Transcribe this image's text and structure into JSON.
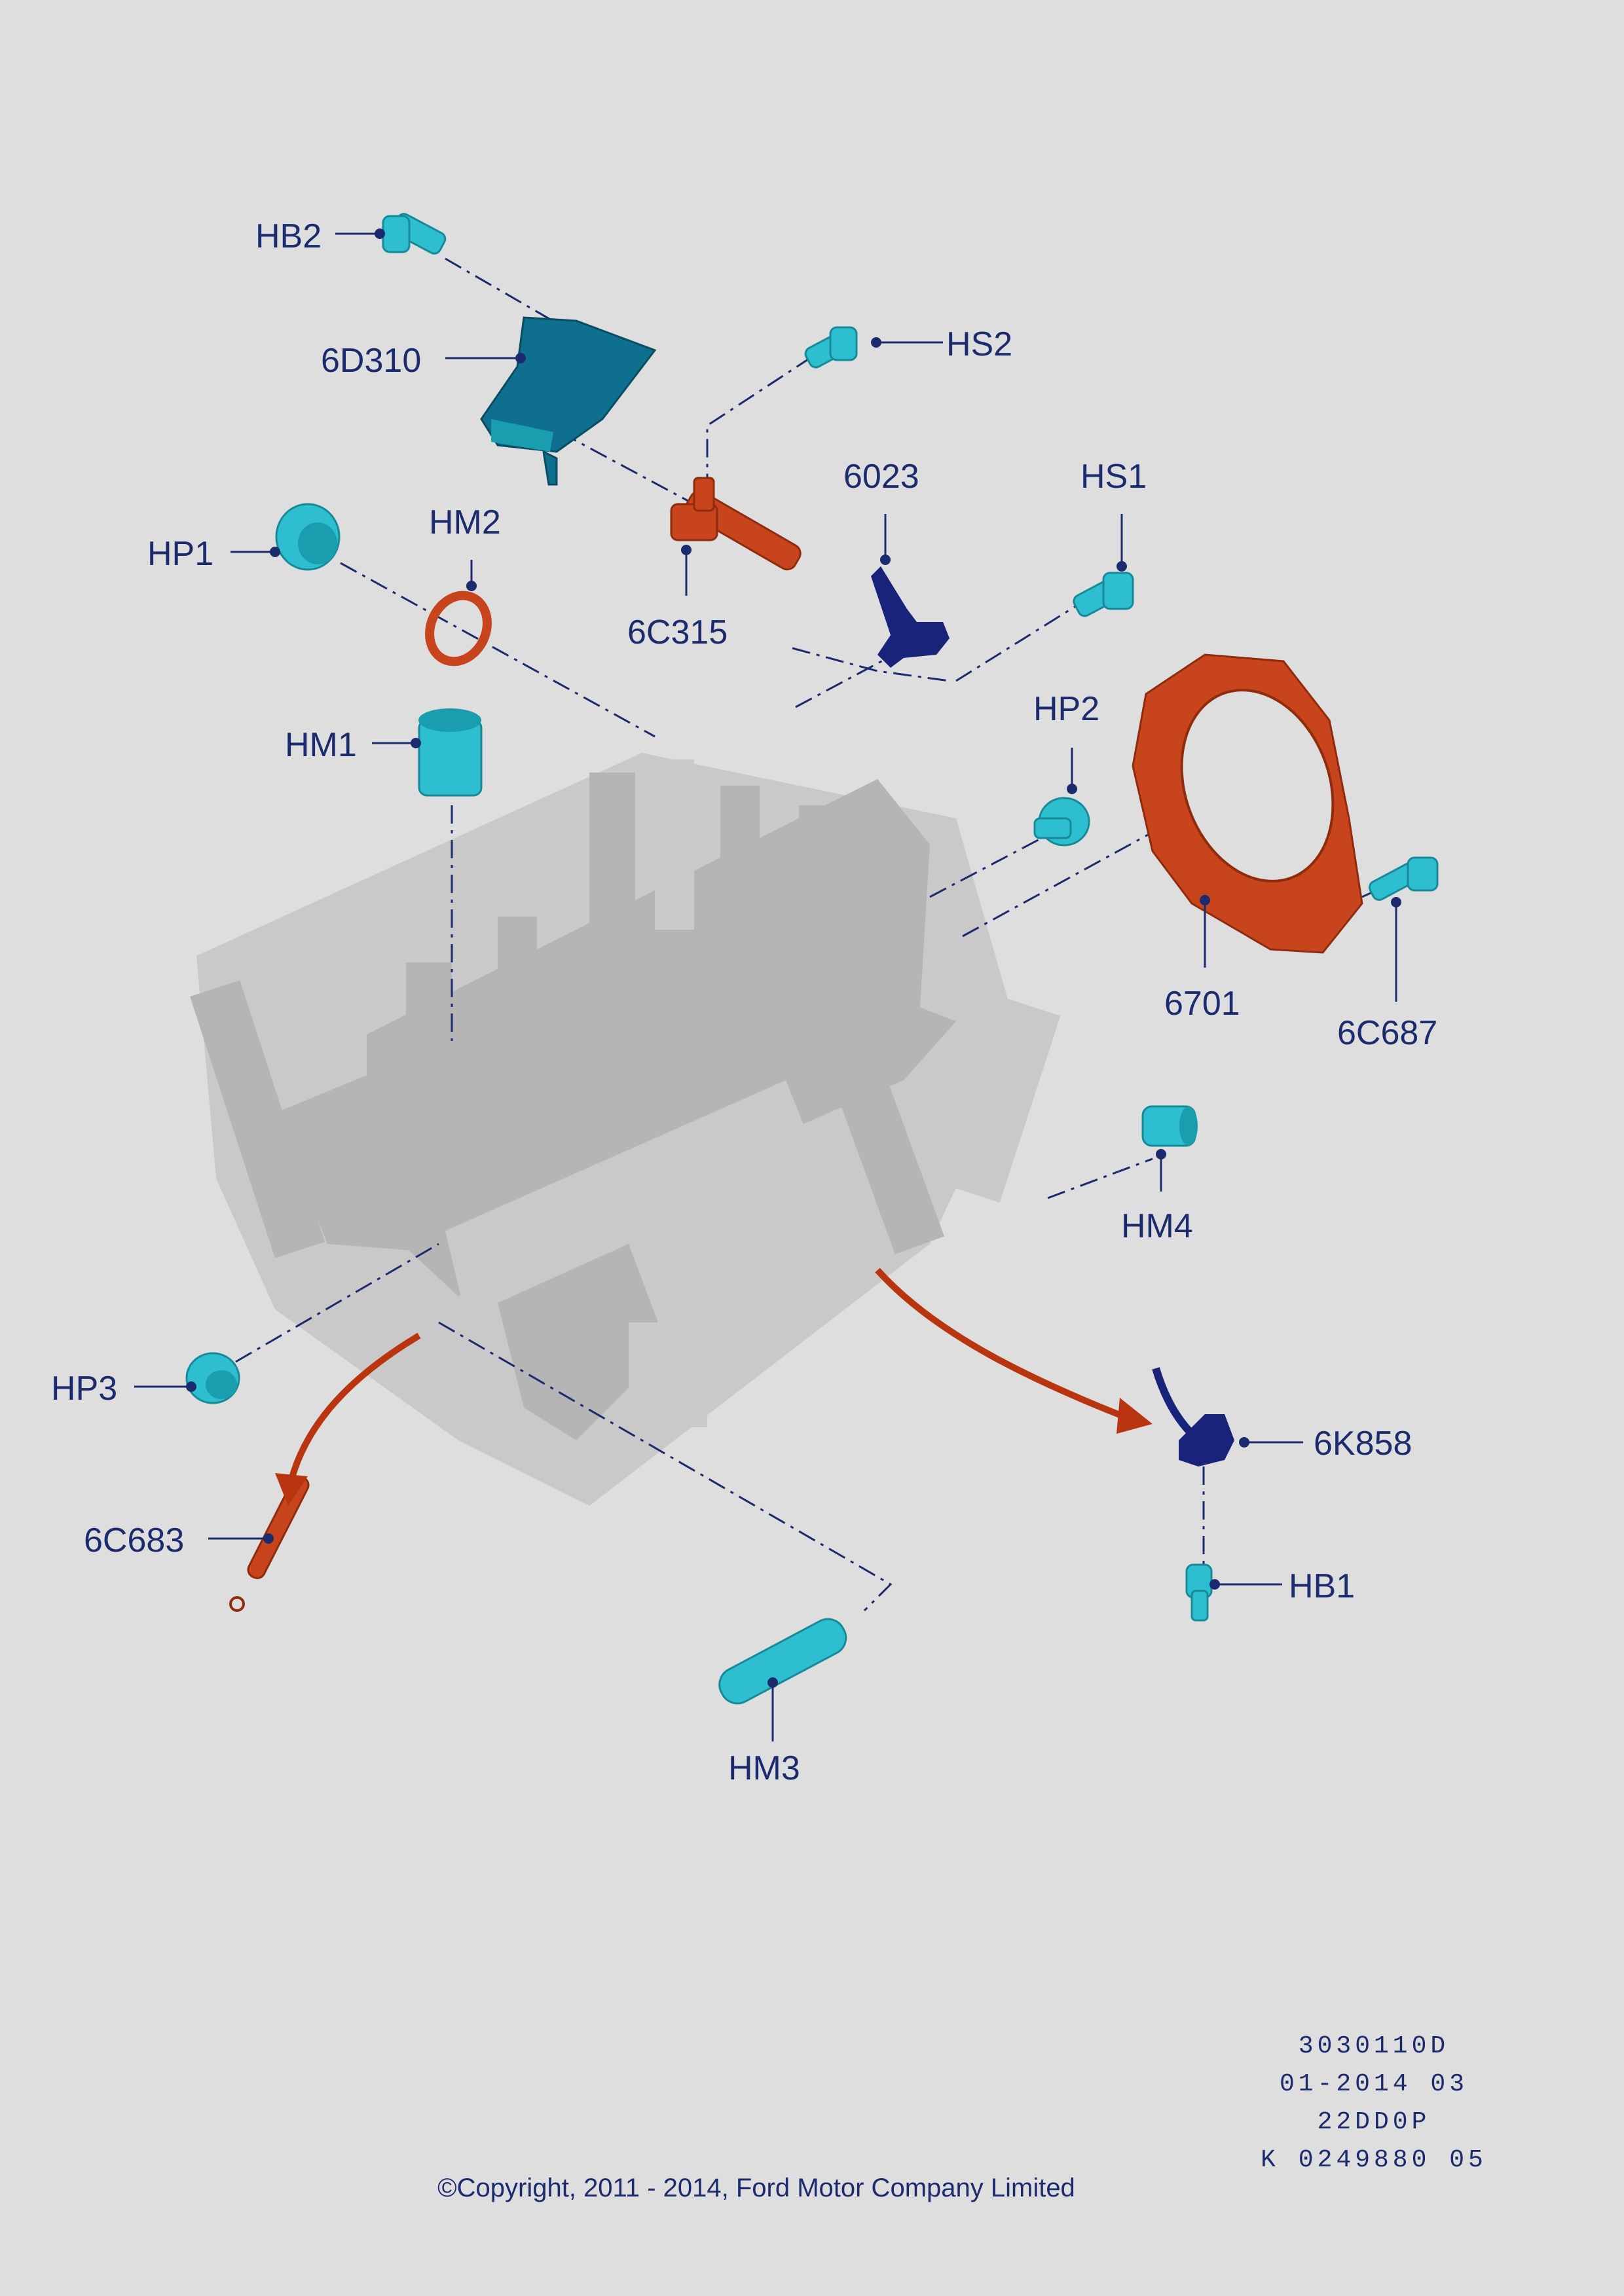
{
  "parts": {
    "HB2": "HB2",
    "6D310": "6D310",
    "HS2": "HS2",
    "6023": "6023",
    "HS1": "HS1",
    "HP1": "HP1",
    "HM2": "HM2",
    "6C315": "6C315",
    "HM1": "HM1",
    "HP2": "HP2",
    "6701": "6701",
    "6C687": "6C687",
    "HM4": "HM4",
    "HP3": "HP3",
    "6K858": "6K858",
    "6C683": "6C683",
    "HB1": "HB1",
    "HM3": "HM3"
  },
  "reference": {
    "line1": "3030110D",
    "line2": "01-2014 03",
    "line3": "22DD0P",
    "line4": "K 0249880 05"
  },
  "copyright": "©Copyright, 2011 - 2014, Ford Motor Company Limited",
  "colors": {
    "background": "#dedede",
    "label": "#1c2a6e",
    "cyan_part": "#2dbfd0",
    "orange_part": "#c8441c",
    "navy_part": "#1a237a",
    "engine_block": "#b5b5b5"
  }
}
